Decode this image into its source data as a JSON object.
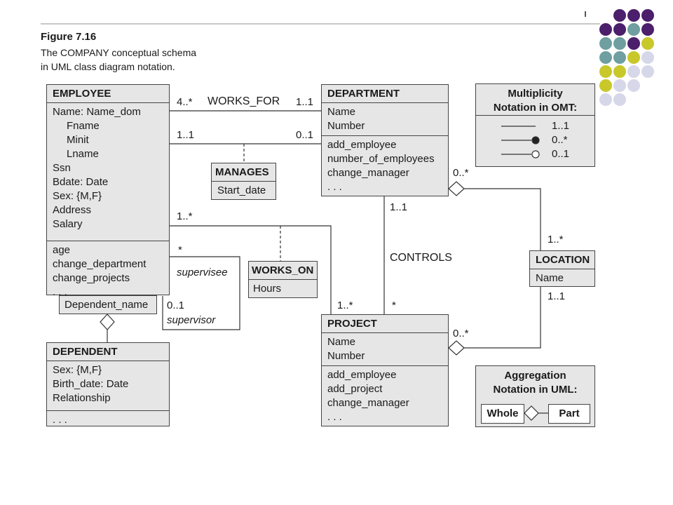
{
  "figure": {
    "title": "Figure 7.16",
    "caption_line1": "The COMPANY conceptual schema",
    "caption_line2": "in UML class diagram notation."
  },
  "classes": {
    "employee": {
      "name": "EMPLOYEE",
      "attributes": [
        "Name: Name_dom",
        "Fname",
        "Minit",
        "Lname",
        "Ssn",
        "Bdate: Date",
        "Sex: {M,F}",
        "Address",
        "Salary"
      ],
      "operations": [
        "age",
        "change_department",
        "change_projects",
        ". . ."
      ]
    },
    "department": {
      "name": "DEPARTMENT",
      "attributes": [
        "Name",
        "Number"
      ],
      "operations": [
        "add_employee",
        "number_of_employees",
        "change_manager",
        ". . ."
      ]
    },
    "project": {
      "name": "PROJECT",
      "attributes": [
        "Name",
        "Number"
      ],
      "operations": [
        "add_employee",
        "add_project",
        "change_manager",
        ". . ."
      ]
    },
    "dependent": {
      "name": "DEPENDENT",
      "attributes": [
        "Sex: {M,F}",
        "Birth_date: Date",
        "Relationship"
      ],
      "operations": [
        ". . ."
      ]
    },
    "location": {
      "name": "LOCATION",
      "attributes": [
        "Name"
      ]
    },
    "manages": {
      "name": "MANAGES",
      "attributes": [
        "Start_date"
      ]
    },
    "works_on": {
      "name": "WORKS_ON",
      "attributes": [
        "Hours"
      ]
    }
  },
  "qualifier": "Dependent_name",
  "associations": {
    "works_for": {
      "name": "WORKS_FOR",
      "emp_mult": "4..*",
      "dept_mult": "1..1"
    },
    "manages": {
      "emp_mult": "1..1",
      "dept_mult": "0..1"
    },
    "works_on": {
      "emp_mult": "1..*",
      "proj_mult": "1..*"
    },
    "supervision": {
      "supervisee_mult": "*",
      "supervisee_role": "supervisee",
      "supervisor_mult": "0..1",
      "supervisor_role": "supervisor"
    },
    "controls": {
      "name": "CONTROLS",
      "dept_mult": "1..1",
      "proj_mult": "*"
    },
    "dept_location": {
      "dept_mult": "0..*",
      "loc_mult": "1..*"
    },
    "proj_location": {
      "proj_mult": "0..*",
      "loc_mult": "1..1"
    }
  },
  "legend_omt": {
    "title_line1": "Multiplicity",
    "title_line2": "Notation in OMT:",
    "items": [
      "1..1",
      "0..*",
      "0..1"
    ]
  },
  "legend_aggregation": {
    "title_line1": "Aggregation",
    "title_line2": "Notation in UML:",
    "whole": "Whole",
    "part": "Part"
  },
  "colors": {
    "purple": "#4b1f6b",
    "teal": "#6f9fa0",
    "olive": "#c8c82a",
    "lavender": "#d7d7ea",
    "box_fill": "#e6e6e6"
  }
}
